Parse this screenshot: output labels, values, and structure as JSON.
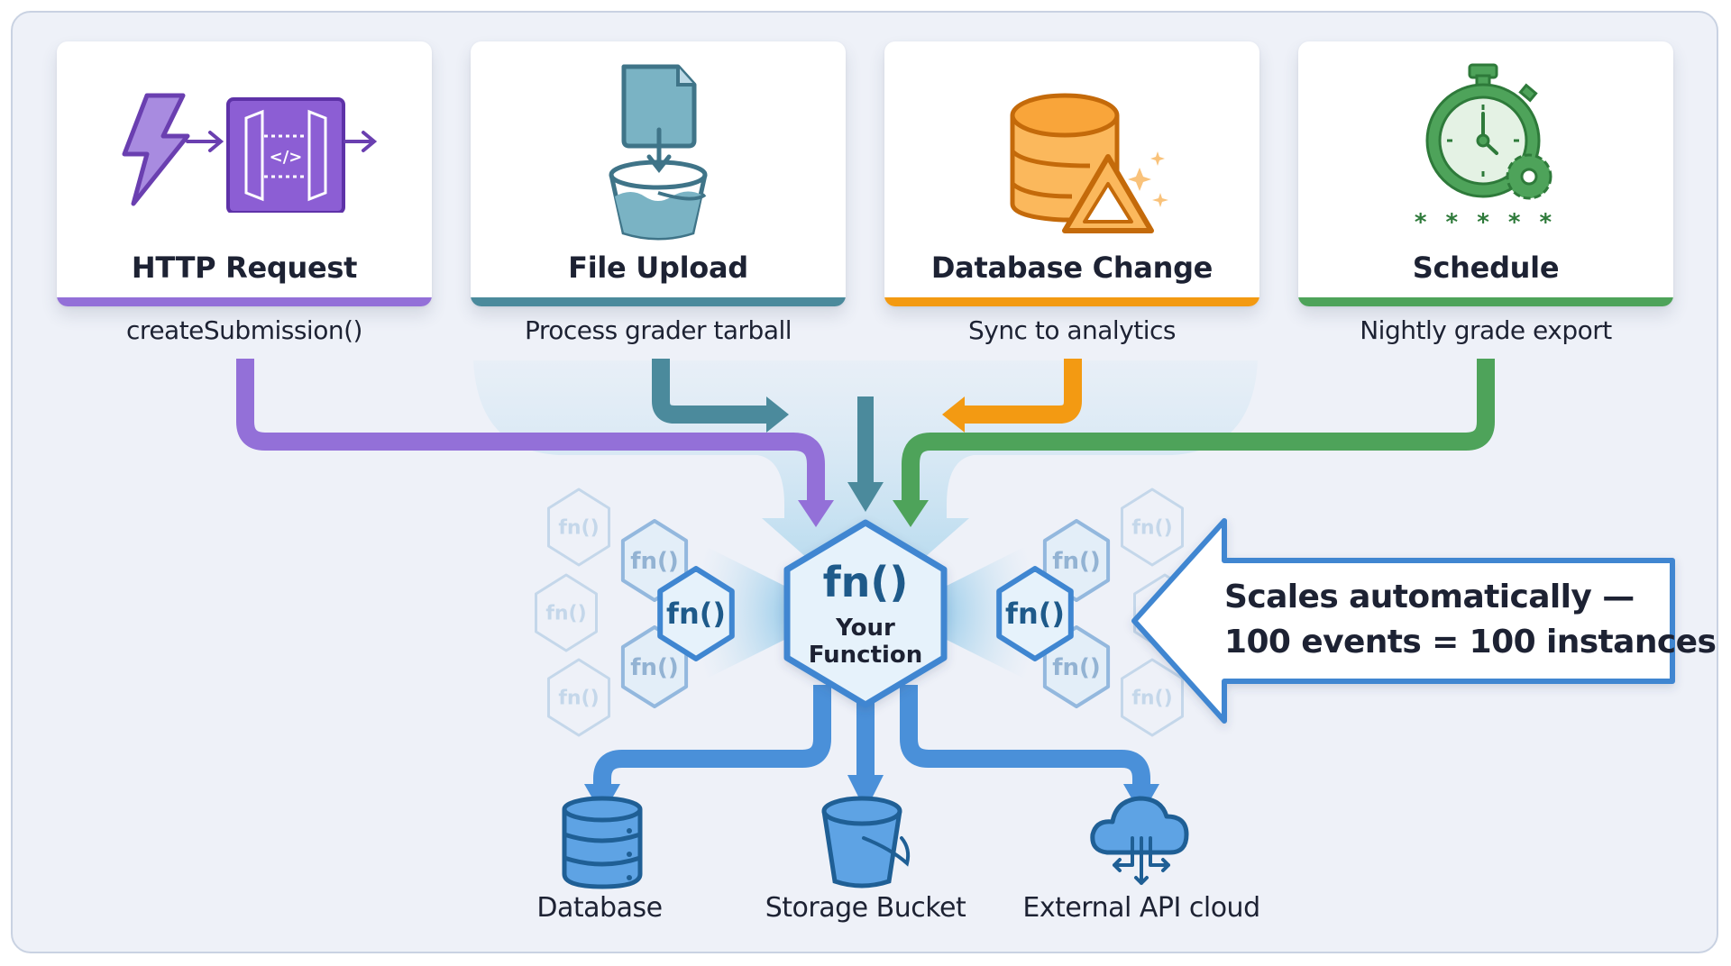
{
  "diagram": {
    "title": "Serverless function triggers and outputs",
    "triggers": [
      {
        "title": "HTTP Request",
        "subtitle": "createSubmission()",
        "icon": "lightning-api-gateway-icon",
        "color": "#8f63d6"
      },
      {
        "title": "File Upload",
        "subtitle": "Process grader tarball",
        "icon": "file-into-bucket-icon",
        "color": "#4b8a9c"
      },
      {
        "title": "Database Change",
        "subtitle": "Sync to analytics",
        "icon": "database-delta-icon",
        "color": "#f39a12"
      },
      {
        "title": "Schedule",
        "subtitle": "Nightly grade export",
        "icon": "stopwatch-gear-icon",
        "color": "#4ea35a",
        "cron": "* * * * *"
      }
    ],
    "function": {
      "symbol": "fn()",
      "line1": "Your",
      "line2": "Function",
      "color": "#3f86d1",
      "instance_symbol": "fn()"
    },
    "callout": {
      "line1": "Scales automatically —",
      "line2": "100 events = 100 instances"
    },
    "destinations": [
      {
        "label": "Database",
        "icon": "database-icon"
      },
      {
        "label": "Storage Bucket",
        "icon": "bucket-icon"
      },
      {
        "label": "External API cloud",
        "icon": "cloud-api-icon"
      }
    ],
    "colors": {
      "background": "#eef1f8",
      "output_blue": "#4a90d9",
      "text": "#1d2233"
    }
  }
}
